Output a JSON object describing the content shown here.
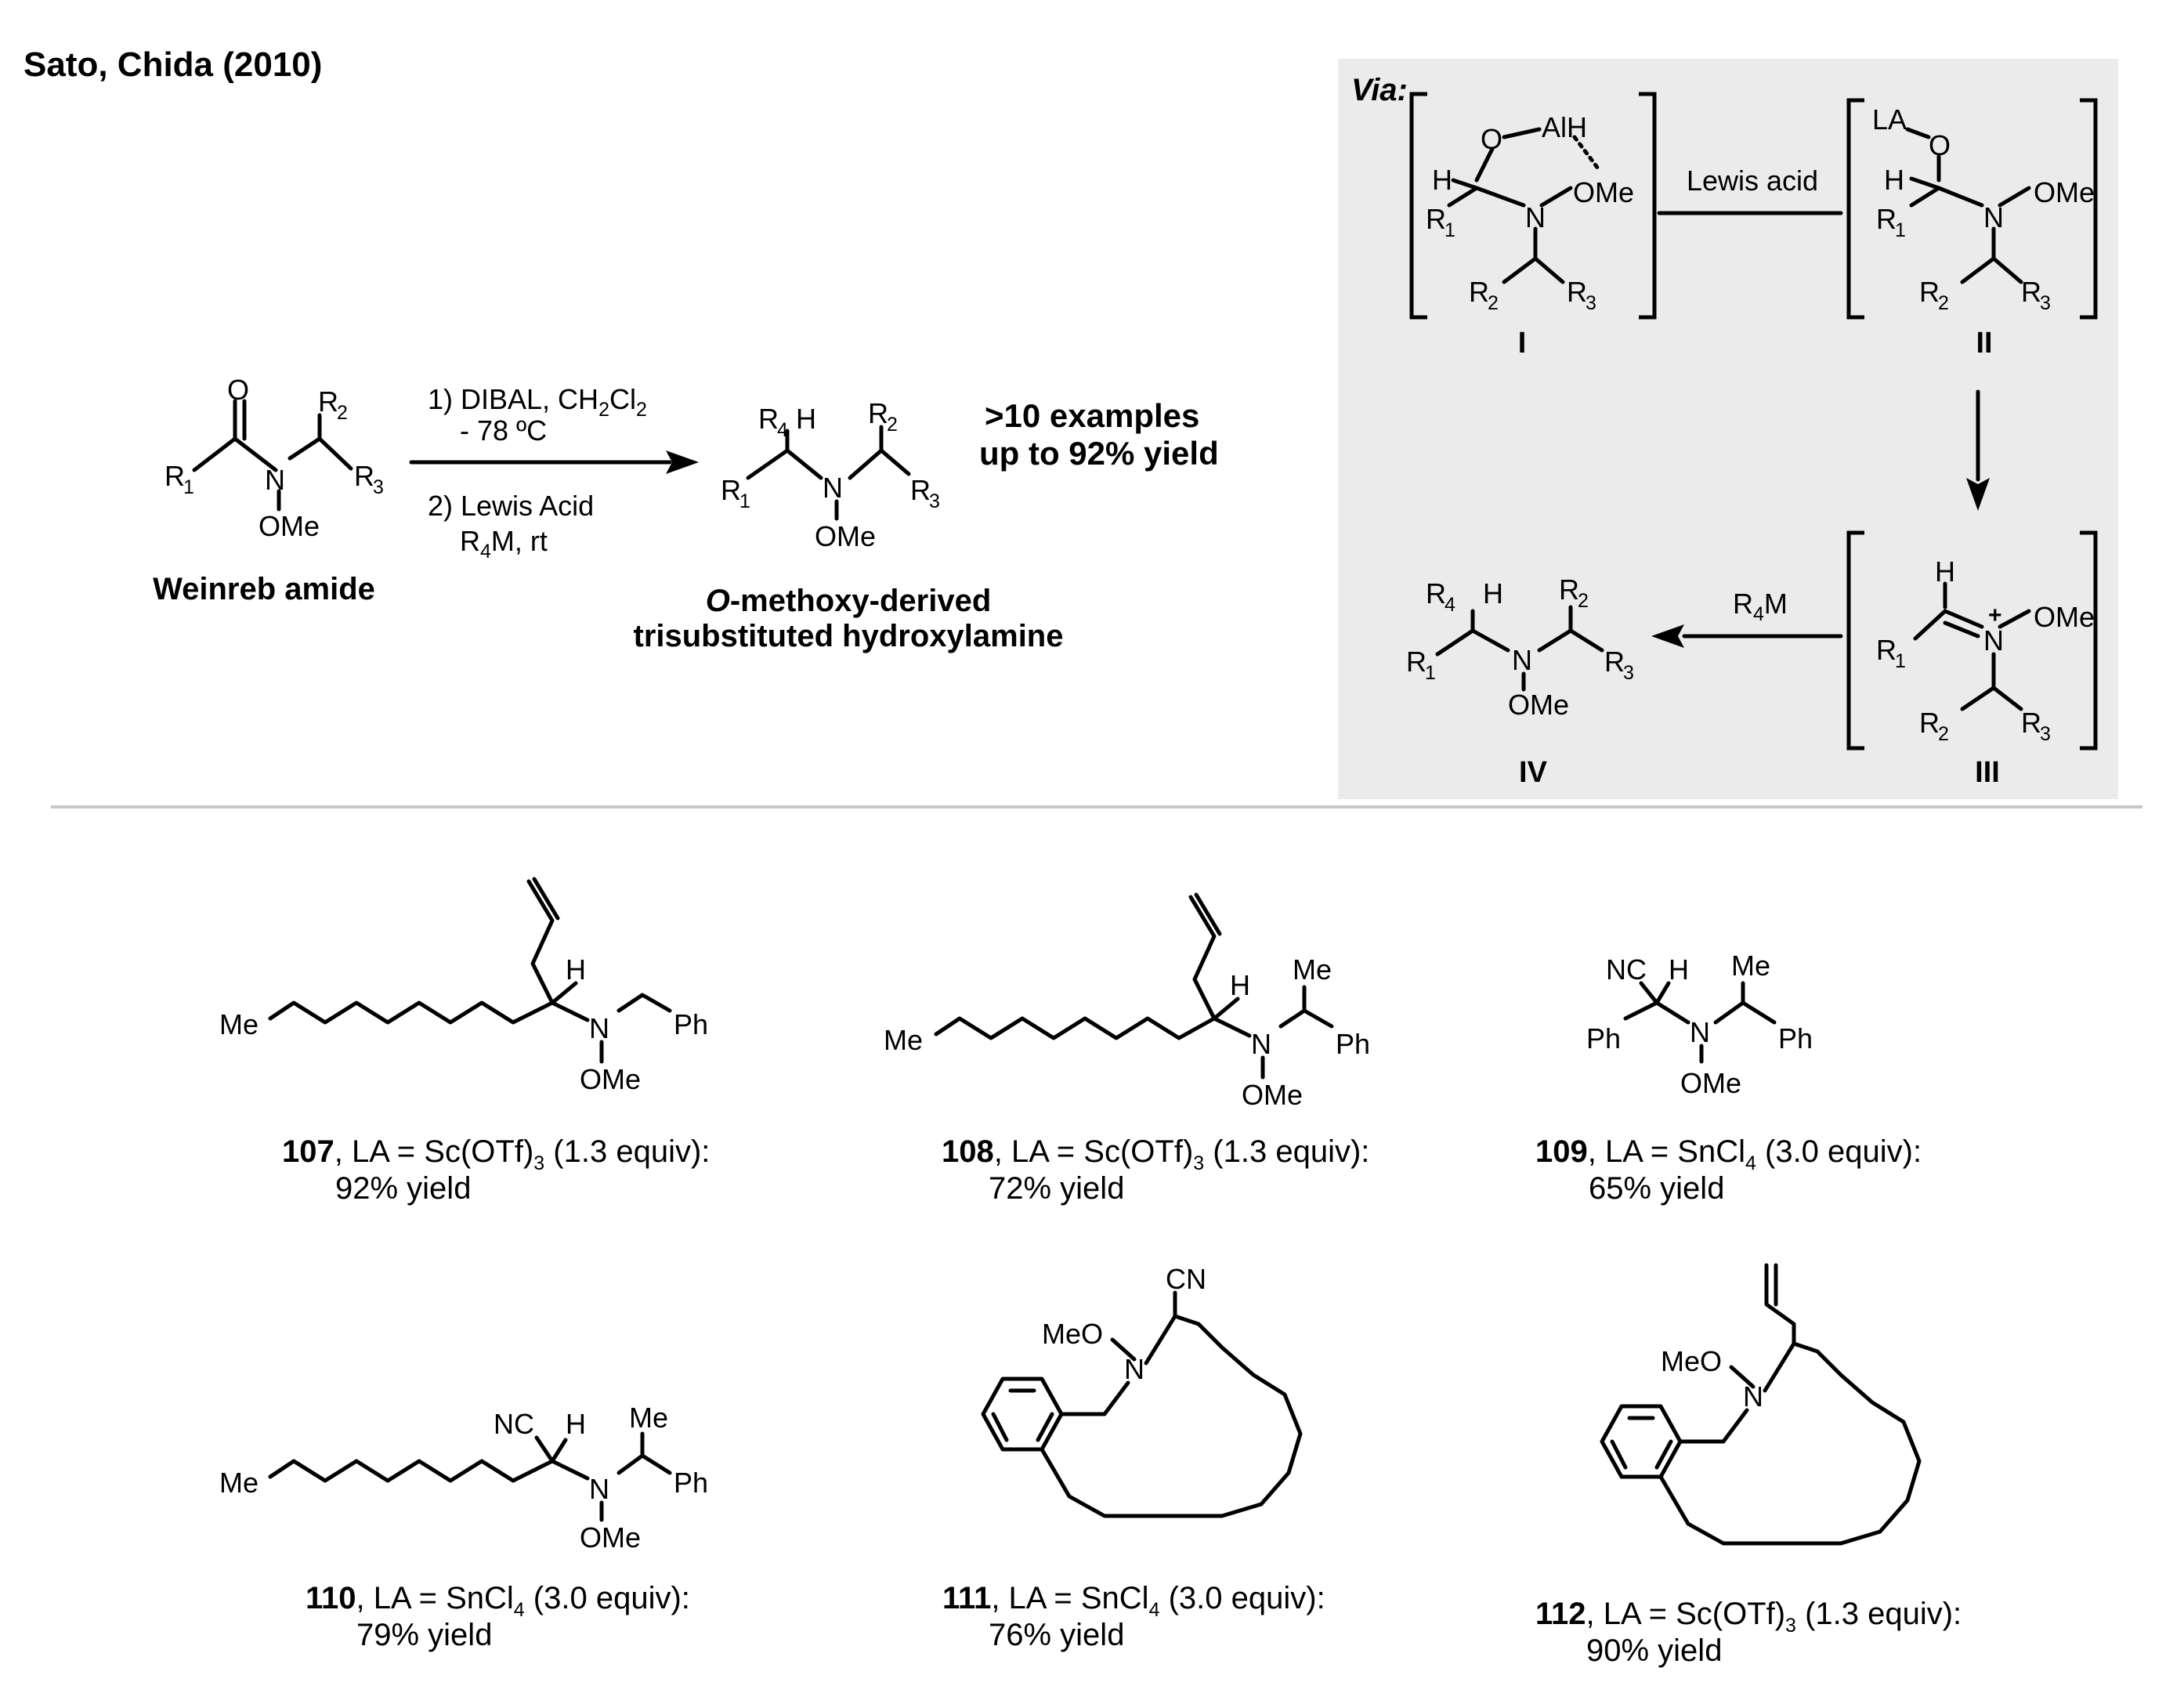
{
  "title": "Sato, Chida (2010)",
  "main_reaction": {
    "starting_material_label": "Weinreb amide",
    "conditions": {
      "step1_line1": "1) DIBAL, CH2Cl2",
      "step1_line2": "- 78 ºC",
      "step2_line1": "2) Lewis Acid",
      "step2_line2": "R4M, rt"
    },
    "scope_line1": ">10 examples",
    "scope_line2": "up to 92% yield",
    "product_label_italic": "O",
    "product_label_line1_rest": "-methoxy-derived",
    "product_label_line2": "trisubstituted hydroxylamine"
  },
  "mechanism": {
    "via_label": "Via:",
    "lewis_acid_label": "Lewis acid",
    "r4m_label": "R4M",
    "intermediates": [
      "I",
      "II",
      "III",
      "IV"
    ],
    "box_color": "#ebebeb"
  },
  "examples": [
    {
      "id": "107",
      "la_text": ", LA = Sc(OTf)",
      "la_sub": "3",
      "la_tail": " (1.3 equiv):",
      "yield": "92% yield"
    },
    {
      "id": "108",
      "la_text": ", LA =  Sc(OTf)",
      "la_sub": "3",
      "la_tail": " (1.3 equiv):",
      "yield": "72% yield"
    },
    {
      "id": "109",
      "la_text": ", LA = SnCl",
      "la_sub": "4",
      "la_tail": " (3.0 equiv):",
      "yield": "65% yield"
    },
    {
      "id": "110",
      "la_text": ", LA = SnCl",
      "la_sub": "4",
      "la_tail": " (3.0 equiv):",
      "yield": "79% yield"
    },
    {
      "id": "111",
      "la_text": ", LA = SnCl",
      "la_sub": "4",
      "la_tail": " (3.0 equiv):",
      "yield": "76% yield"
    },
    {
      "id": "112",
      "la_text": ", LA = Sc(OTf)",
      "la_sub": "3",
      "la_tail": " (1.3 equiv):",
      "yield": "90% yield"
    }
  ]
}
